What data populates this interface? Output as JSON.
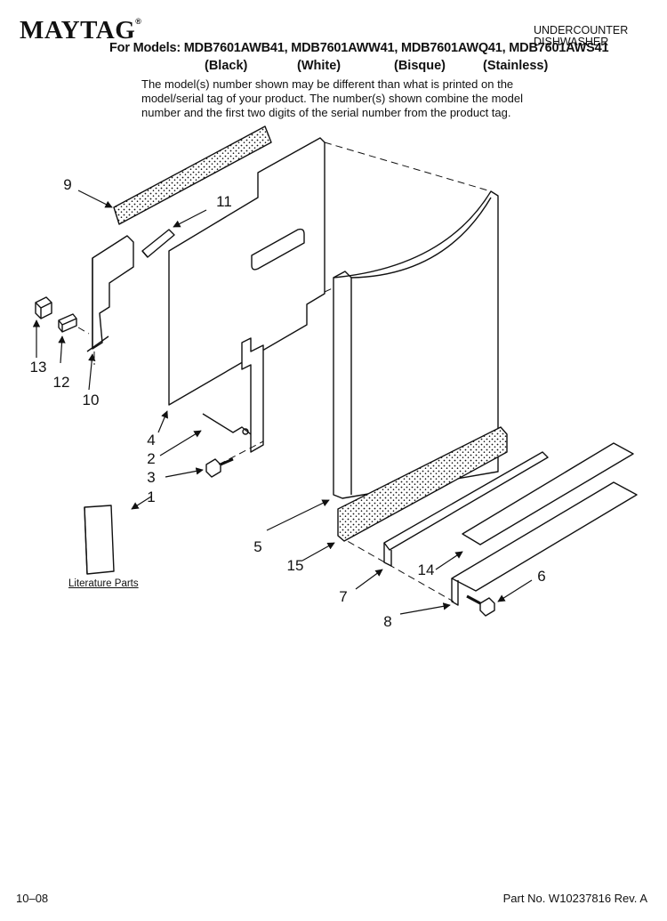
{
  "header": {
    "brand": "MAYTAG",
    "brand_mark": "®",
    "appliance_line1": "UNDERCOUNTER",
    "appliance_line2": "DISHWASHER",
    "models_line": "For Models: MDB7601AWB41, MDB7601AWW41, MDB7601AWQ41, MDB7601AWS41",
    "colors": [
      "(Black)",
      "(White)",
      "(Bisque)",
      "(Stainless)"
    ],
    "note_line1": "The model(s) number shown may be different than what is printed on the",
    "note_line2": "model/serial tag of your product. The number(s) shown combine the model",
    "note_line3": "number and the first two digits of the serial number from the product tag."
  },
  "callouts": {
    "c1": "1",
    "c2": "2",
    "c3": "3",
    "c4": "4",
    "c5": "5",
    "c6": "6",
    "c7": "7",
    "c8": "8",
    "c9": "9",
    "c10": "10",
    "c11": "11",
    "c12": "12",
    "c13": "13",
    "c14": "14",
    "c15": "15"
  },
  "literature_label": "Literature Parts",
  "footer": {
    "date": "10–08",
    "part_no": "Part No. W10237816 Rev. A"
  },
  "colors_style": {
    "ink": "#111111",
    "insulation_dots": "#111111",
    "background": "#ffffff"
  }
}
